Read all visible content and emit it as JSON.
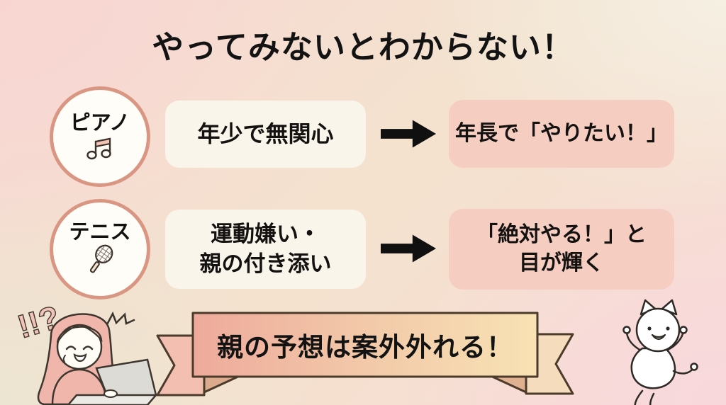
{
  "title": "やってみないとわからない！",
  "rows": [
    {
      "category": "ピアノ",
      "icon": "music-note",
      "before": "年少で無関心",
      "after": "年長で「やりたい！」"
    },
    {
      "category": "テニス",
      "icon": "tennis-racket",
      "before": "運動嫌い・\n親の付き添い",
      "after": "「絶対やる！」と\n目が輝く"
    }
  ],
  "banner": {
    "text": "親の予想は案外外れる！"
  },
  "decorations": {
    "exclamation": "!!?",
    "left_illustration": "girl-with-laptop",
    "right_illustration": "jumping-cat"
  },
  "colors": {
    "background_pink": "#f7d9d4",
    "background_cream": "#f4efe1",
    "circle_border": "#d99783",
    "before_box": "#faf5eb",
    "after_box": "#f6cec1",
    "arrow": "#101010",
    "ribbon_left": "#eeaa9b",
    "ribbon_right": "#f8e2b4",
    "ribbon_outline": "#4c3b2b",
    "text": "#131313"
  }
}
